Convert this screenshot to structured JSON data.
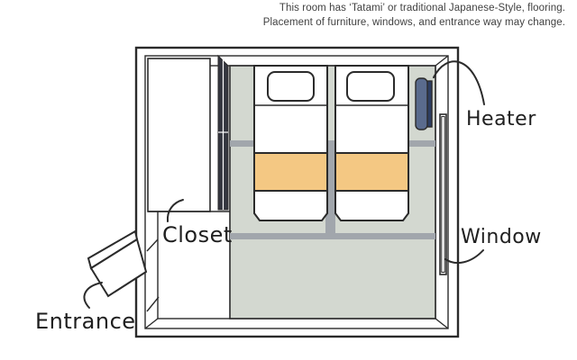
{
  "note": {
    "line1": "This room has ‘Tatami’ or traditional Japanese-Style, flooring.",
    "line2": "Placement of furniture, windows, and entrance way may change."
  },
  "labels": {
    "closet": "Closet",
    "entrance": "Entrance",
    "heater": "Heater",
    "window": "Window"
  },
  "colors": {
    "tatami": "#d3d8d0",
    "mat-divider": "#a1a6ac",
    "blanket": "#f4c883",
    "heater-body": "#5a6b8d",
    "heater-side": "#2d3e62",
    "closet-door": "#34363f",
    "outline": "#2b2b2b",
    "note-text": "#414141",
    "label-text": "#1f1f1f"
  }
}
